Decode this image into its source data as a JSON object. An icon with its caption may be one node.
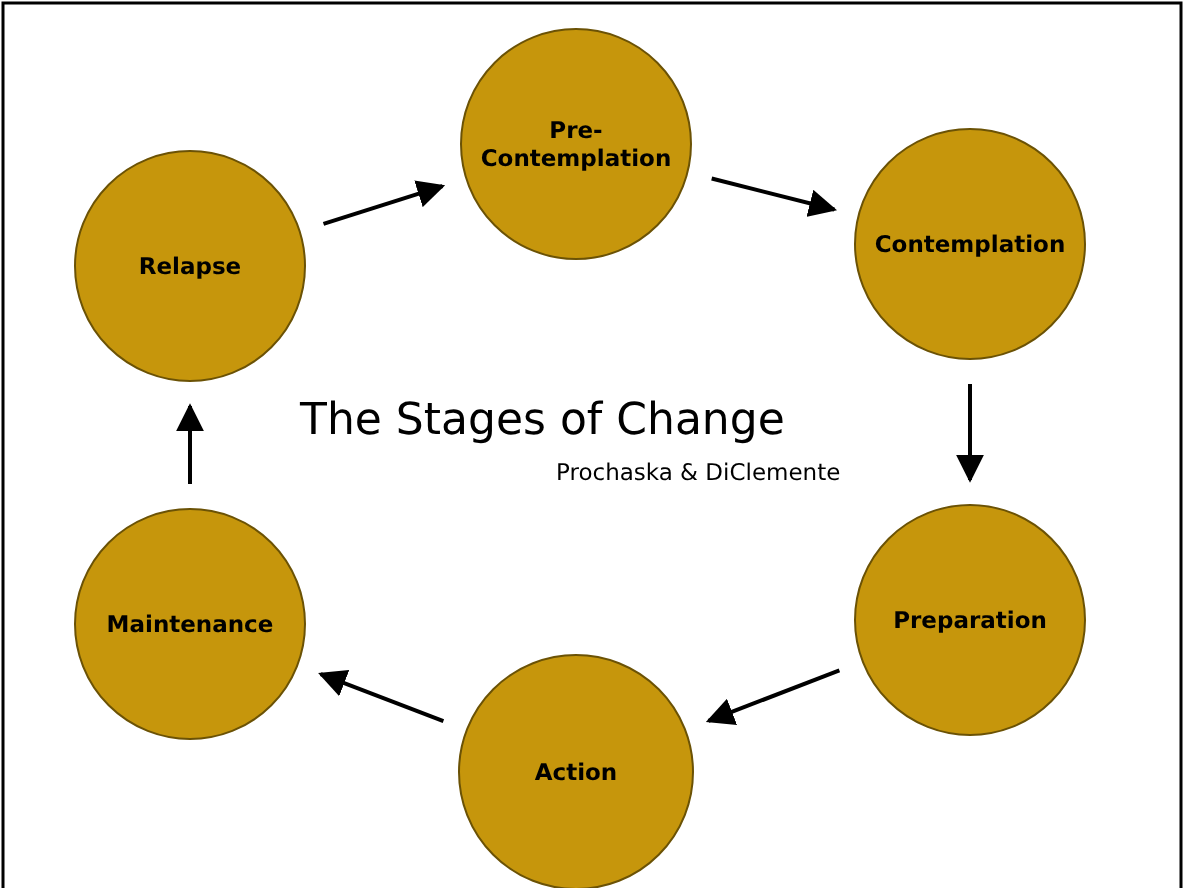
{
  "diagram": {
    "title": "The Stages of Change",
    "nodes": [
      {
        "text": [
          "Pre-Contemplation"
        ]
      },
      {
        "text": [
          "Contemplation"
        ]
      },
      {
        "text": [
          "Preparation"
        ]
      },
      {
        "text": [
          "Action"
        ]
      },
      {
        "text": [
          "Maintenance"
        ]
      },
      {
        "text": [
          "Relapse"
        ]
      }
    ],
    "edges": [
      {
        "from": 5,
        "to": 0,
        "arrow": "to"
      },
      {
        "from": 0,
        "to": 1,
        "arrow": "to"
      },
      {
        "from": 1,
        "to": 2,
        "arrow": "to"
      },
      {
        "from": 2,
        "to": 3,
        "arrow": "to"
      },
      {
        "from": 3,
        "to": 4,
        "arrow": "to"
      },
      {
        "from": 4,
        "to": 5,
        "arrow": "to"
      }
    ],
    "labels": [
      "Prochaska & DiClemente"
    ]
  }
}
